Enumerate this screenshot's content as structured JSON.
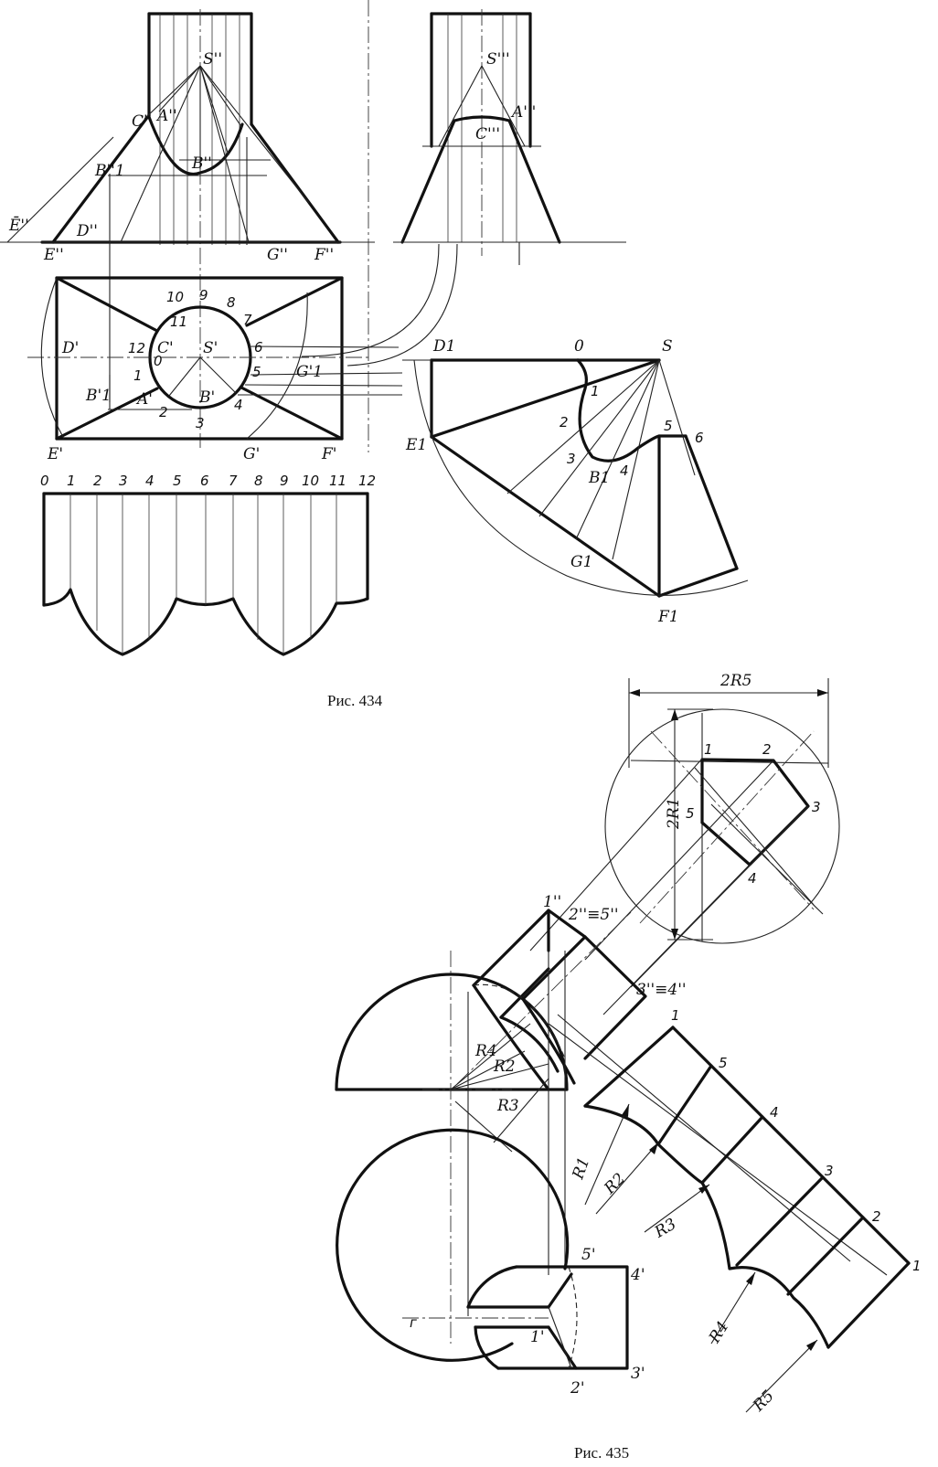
{
  "figure_434": {
    "caption": "Рис. 434",
    "front_view_labels": [
      "S''",
      "C''",
      "A''",
      "B''",
      "B''1",
      "D''",
      "E''",
      "Ē''",
      "G''",
      "F''"
    ],
    "side_view_labels": [
      "S'''",
      "A'''",
      "C'''"
    ],
    "top_view_labels": [
      "D'",
      "C'",
      "S'",
      "A'",
      "B'",
      "B'1",
      "G'1",
      "G'",
      "E'",
      "F'"
    ],
    "circle_numbers": [
      "0",
      "1",
      "2",
      "3",
      "4",
      "5",
      "6",
      "7",
      "8",
      "9",
      "10",
      "11",
      "12"
    ],
    "development_labels": [
      "D1",
      "0",
      "S",
      "1",
      "2",
      "3",
      "4",
      "5",
      "6",
      "B1",
      "E1",
      "G1",
      "F1"
    ],
    "strip_numbers": [
      "0",
      "1",
      "2",
      "3",
      "4",
      "5",
      "6",
      "7",
      "8",
      "9",
      "10",
      "11",
      "12"
    ]
  },
  "figure_435": {
    "caption": "Рис. 435",
    "dimension_2R5": "2R5",
    "dimension_2R1": "2R1",
    "section_numbers": [
      "1",
      "2",
      "3",
      "4",
      "5"
    ],
    "front_labels": [
      "1''",
      "2''≡5''",
      "3''≡4''"
    ],
    "top_labels": [
      "5'",
      "4'",
      "1'",
      "2'",
      "3'"
    ],
    "radii": [
      "R1",
      "R2",
      "R3",
      "R4",
      "R5"
    ],
    "development_numbers": [
      "1",
      "5",
      "4",
      "3",
      "2",
      "1"
    ]
  }
}
